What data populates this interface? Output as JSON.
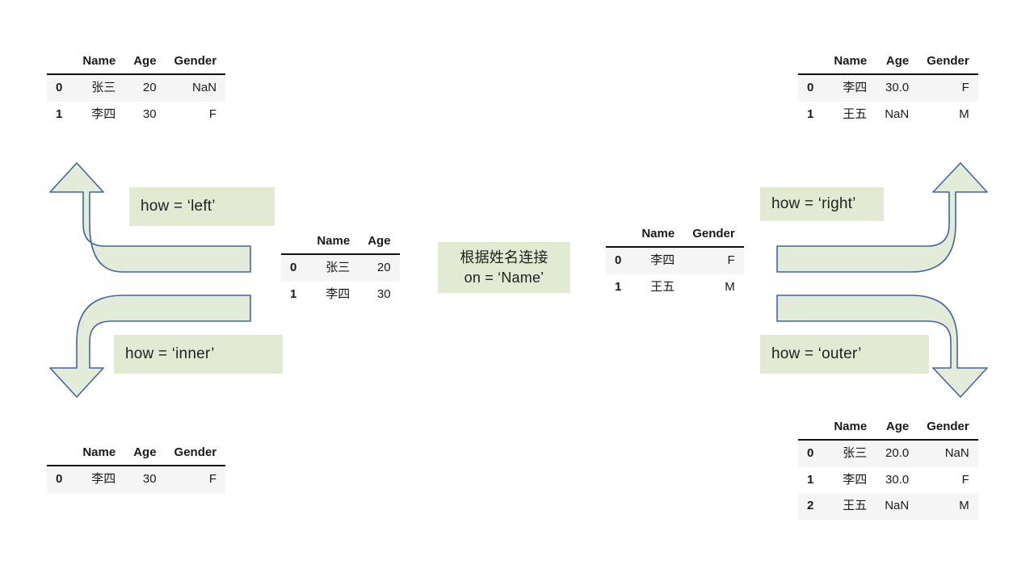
{
  "theme": {
    "arrow_fill": "#e3ebd9",
    "arrow_stroke": "#43659b",
    "label_bg": "#e2ead4",
    "row_stripe": "#f5f5f5",
    "text": "#1a1a1a"
  },
  "tables": {
    "top_left": {
      "name": "df-left-input",
      "index_header": "",
      "columns": [
        "Name",
        "Age",
        "Gender"
      ],
      "index": [
        "0",
        "1"
      ],
      "rows": [
        [
          "张三",
          "20",
          "NaN"
        ],
        [
          "李四",
          "30",
          "F"
        ]
      ]
    },
    "top_right": {
      "name": "df-right-output",
      "index_header": "",
      "columns": [
        "Name",
        "Age",
        "Gender"
      ],
      "index": [
        "0",
        "1"
      ],
      "rows": [
        [
          "李四",
          "30.0",
          "F"
        ],
        [
          "王五",
          "NaN",
          "M"
        ]
      ]
    },
    "center_left": {
      "name": "df-source-left",
      "index_header": "",
      "columns": [
        "Name",
        "Age"
      ],
      "index": [
        "0",
        "1"
      ],
      "rows": [
        [
          "张三",
          "20"
        ],
        [
          "李四",
          "30"
        ]
      ]
    },
    "center_right": {
      "name": "df-source-right",
      "index_header": "",
      "columns": [
        "Name",
        "Gender"
      ],
      "index": [
        "0",
        "1"
      ],
      "rows": [
        [
          "李四",
          "F"
        ],
        [
          "王五",
          "M"
        ]
      ]
    },
    "bottom_left": {
      "name": "df-inner-output",
      "index_header": "",
      "columns": [
        "Name",
        "Age",
        "Gender"
      ],
      "index": [
        "0"
      ],
      "rows": [
        [
          "李四",
          "30",
          "F"
        ]
      ]
    },
    "bottom_right": {
      "name": "df-outer-output",
      "index_header": "",
      "columns": [
        "Name",
        "Age",
        "Gender"
      ],
      "index": [
        "0",
        "1",
        "2"
      ],
      "rows": [
        [
          "张三",
          "20.0",
          "NaN"
        ],
        [
          "李四",
          "30.0",
          "F"
        ],
        [
          "王五",
          "NaN",
          "M"
        ]
      ]
    }
  },
  "labels": {
    "how_left": "how = ‘left’",
    "how_inner": "how = ‘inner’",
    "how_right": "how = ‘right’",
    "how_outer": "how = ‘outer’",
    "center_note_line1": "根据姓名连接",
    "center_note_line2": "on = ‘Name’"
  },
  "arrows": {
    "left_up": "bent-arrow-up-left",
    "inner_down": "bent-arrow-down-left",
    "right_up": "bent-arrow-up-right",
    "outer_down": "bent-arrow-down-right"
  }
}
